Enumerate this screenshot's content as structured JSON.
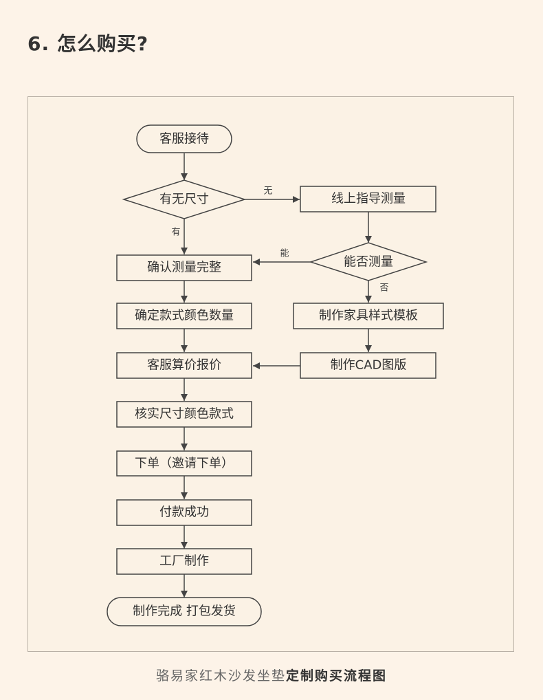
{
  "heading": "6. 怎么购买?",
  "nodes": {
    "start": "客服接待",
    "has_size": "有无尺寸",
    "online_measure": "线上指导测量",
    "can_measure": "能否测量",
    "confirm_measure": "确认测量完整",
    "confirm_style": "确定款式颜色数量",
    "make_template": "制作家具样式模板",
    "quote": "客服算价报价",
    "make_cad": "制作CAD图版",
    "verify": "核实尺寸颜色款式",
    "order": "下单（邀请下单）",
    "pay": "付款成功",
    "factory": "工厂制作",
    "finish": "制作完成 打包发货"
  },
  "edge_labels": {
    "no": "无",
    "yes": "有",
    "can": "能",
    "cannot": "否"
  },
  "caption": {
    "normal": "骆易家红木沙发坐垫",
    "bold": "定制购买流程图"
  },
  "colors": {
    "background": "#fdf3e8",
    "panel": "#fbf2e5",
    "stroke": "#444444"
  }
}
